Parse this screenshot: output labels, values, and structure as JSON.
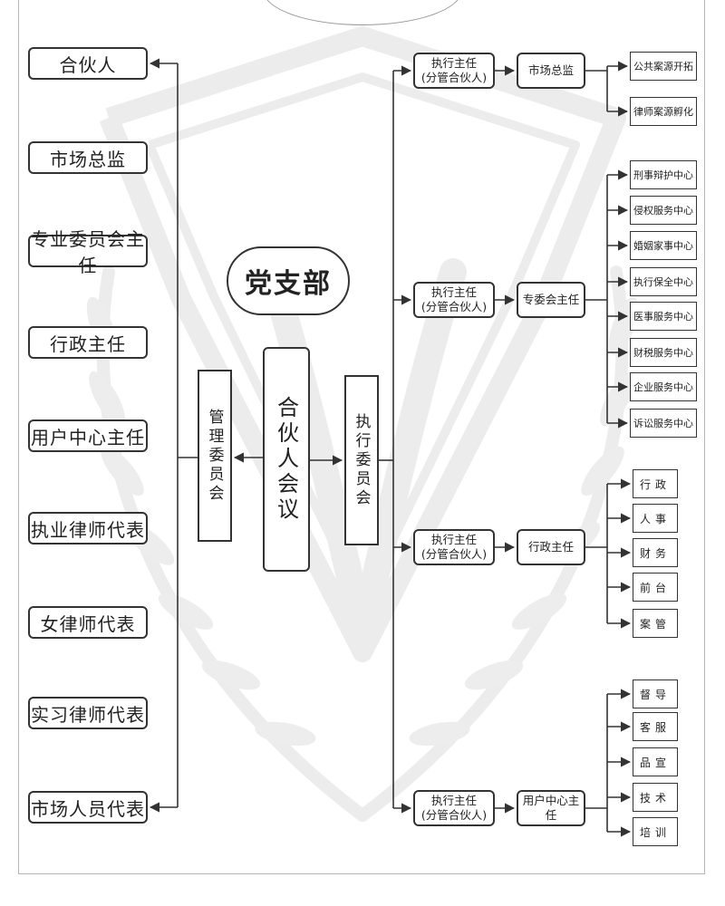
{
  "party_branch": "党支部",
  "left_column": [
    "合伙人",
    "市场总监",
    "专业委员会主任",
    "行政主任",
    "用户中心主任",
    "执业律师代表",
    "女律师代表",
    "实习律师代表",
    "市场人员代表"
  ],
  "management_committee": "管理委员会",
  "partner_meeting": "合伙人会议",
  "executive_committee": "执行委员会",
  "branches": [
    {
      "head": "执行主任\n(分管合伙人)",
      "sub": "市场总监",
      "items": [
        "公共案源开拓",
        "律师案源孵化"
      ]
    },
    {
      "head": "执行主任\n(分管合伙人)",
      "sub": "专委会主任",
      "items": [
        "刑事辩护中心",
        "侵权服务中心",
        "婚姻家事中心",
        "执行保全中心",
        "医事服务中心",
        "财税服务中心",
        "企业服务中心",
        "诉讼服务中心"
      ]
    },
    {
      "head": "执行主任\n(分管合伙人)",
      "sub": "行政主任",
      "items": [
        "行政",
        "人事",
        "财务",
        "前台",
        "案管"
      ]
    },
    {
      "head": "执行主任\n(分管合伙人)",
      "sub": "用户中心主任",
      "items": [
        "督导",
        "客服",
        "品宣",
        "技术",
        "培训"
      ]
    }
  ],
  "colors": {
    "line": "#333333",
    "watermark": "#ececec",
    "frame": "#b5b5b5"
  }
}
